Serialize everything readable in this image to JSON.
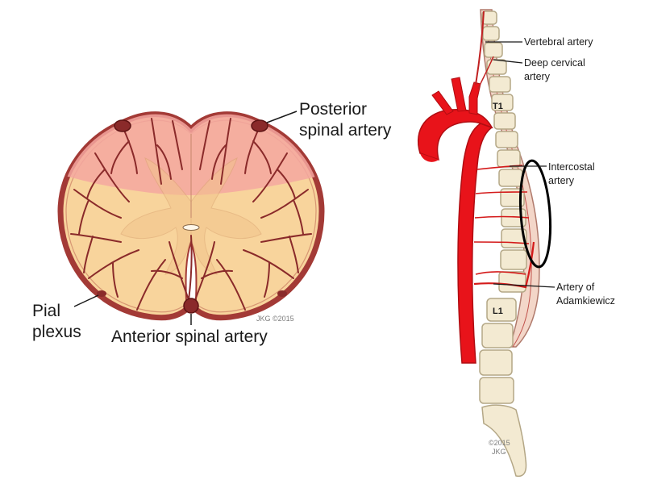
{
  "cross_section": {
    "posterior_label_line1": "Posterior",
    "posterior_label_line2": "spinal artery",
    "pial_label_line1": "Pial",
    "pial_label_line2": "plexus",
    "anterior_label": "Anterior spinal artery",
    "copyright": "JKG ©2015"
  },
  "spine": {
    "vertebral_artery": "Vertebral artery",
    "deep_cervical_line1": "Deep cervical",
    "deep_cervical_line2": "artery",
    "intercostal_line1": "Intercostal",
    "intercostal_line2": "artery",
    "adamkiewicz_line1": "Artery of",
    "adamkiewicz_line2": "Adamkiewicz",
    "t1_label": "T1",
    "l1_label": "L1",
    "copyright_line1": "©2015",
    "copyright_line2": "JKG"
  },
  "colors": {
    "artery_red": "#e8131a",
    "vessel_dark": "#8a2a2a",
    "cord_tissue": "#f8d49c",
    "posterior_zone": "#f4a7a0",
    "bone": "#f3ead2",
    "bone_outline": "#b4a786",
    "highlight_ring": "#000000"
  }
}
